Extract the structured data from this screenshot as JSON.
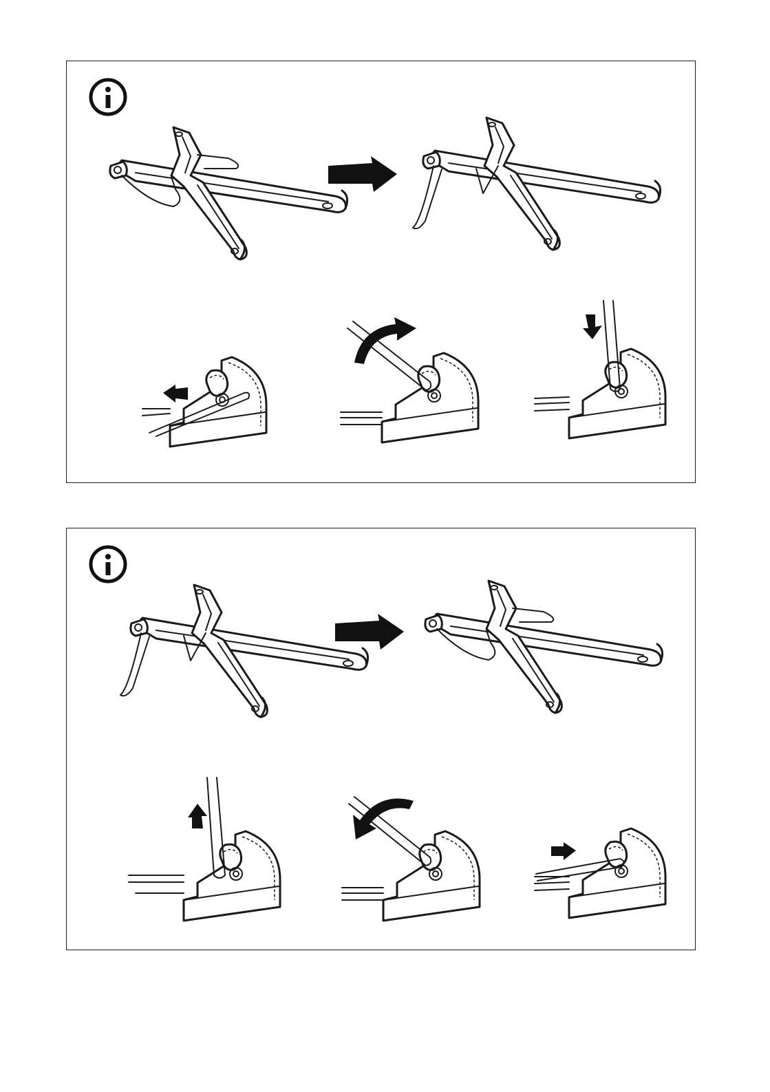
{
  "document": {
    "panels": [
      {
        "id": "top",
        "icon": "info-icon",
        "steps": [
          "hanger-closed-to-open",
          "clip-pull-left",
          "clip-rotate-up",
          "clip-press-down"
        ]
      },
      {
        "id": "bottom",
        "icon": "info-icon",
        "steps": [
          "hanger-open-to-closed",
          "clip-lift-up",
          "clip-rotate-down",
          "clip-push-right"
        ]
      }
    ],
    "colors": {
      "ink": "#1a1a1a",
      "paper": "#ffffff"
    }
  }
}
